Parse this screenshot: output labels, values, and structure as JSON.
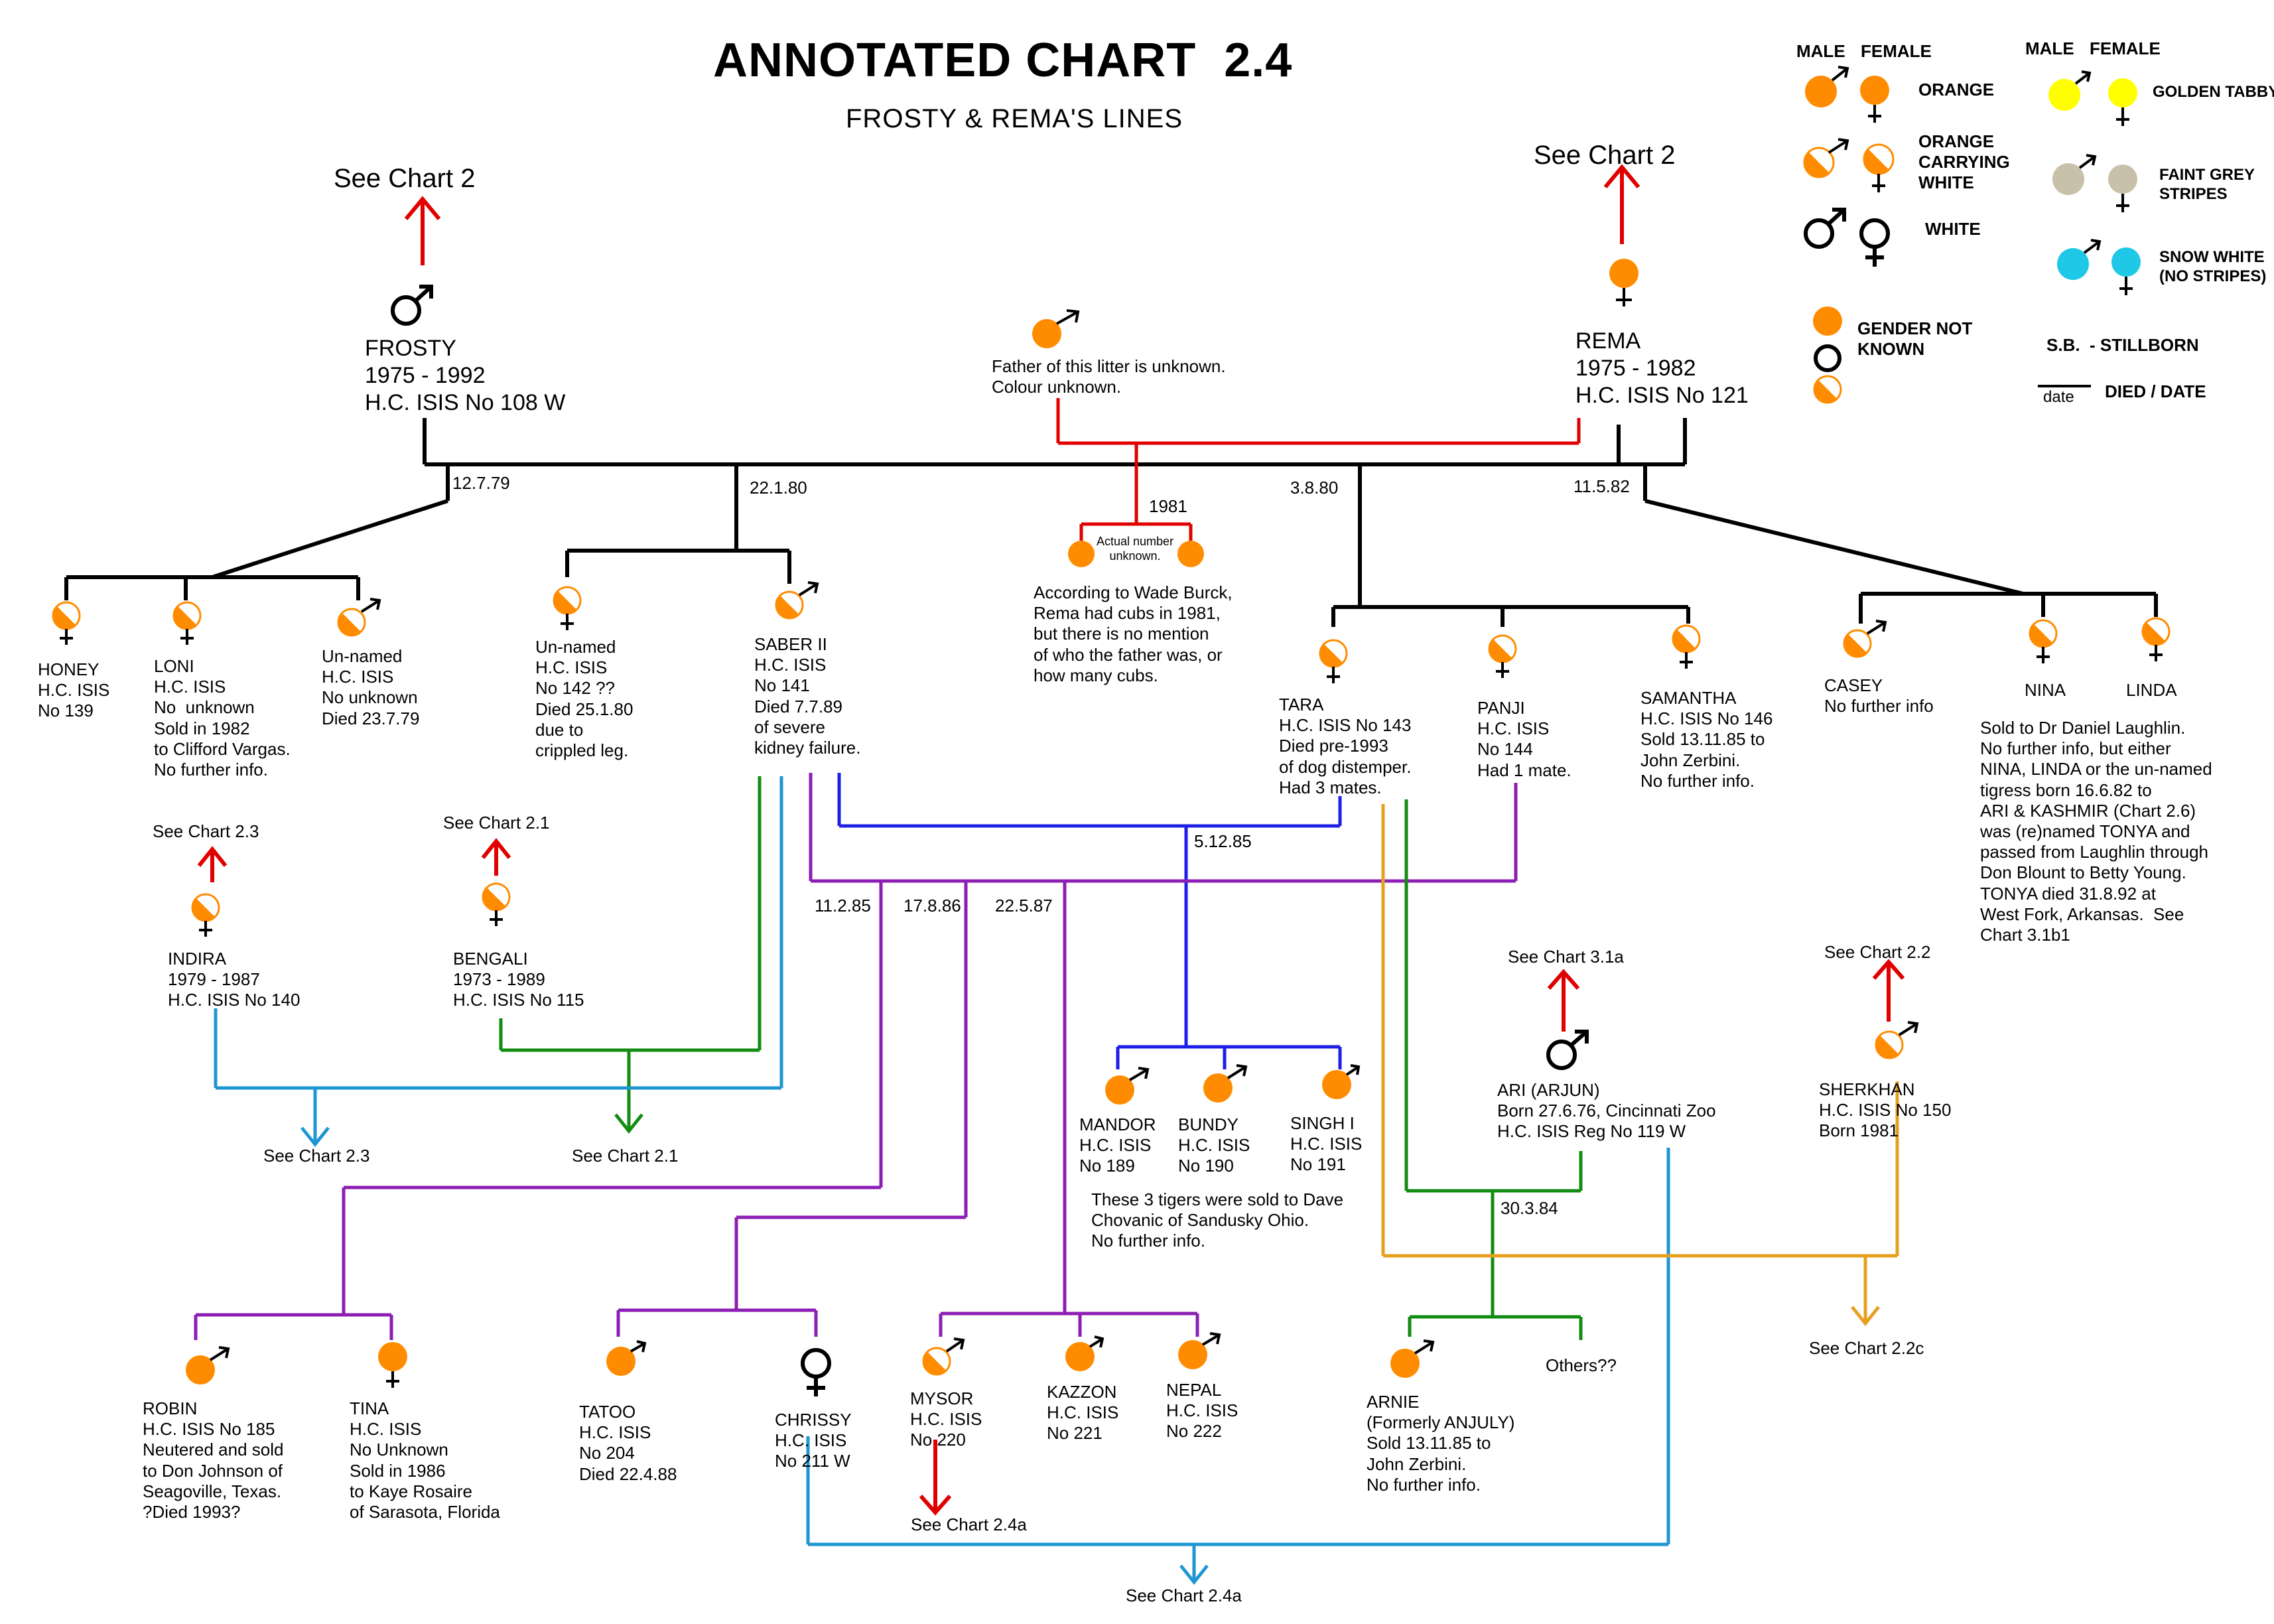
{
  "header": {
    "title": "ANNOTATED CHART  2.4",
    "subtitle": "FROSTY & REMA'S LINES"
  },
  "legend": {
    "male": "MALE",
    "female": "FEMALE",
    "orange": "ORANGE",
    "orange_carrying_white": "ORANGE\nCARRYING\nWHITE",
    "white": "WHITE",
    "golden_tabby": "GOLDEN TABBY",
    "faint_grey_stripes": "FAINT GREY\nSTRIPES",
    "snow_white": "SNOW WHITE\n(NO STRIPES)",
    "gender_not_known": "GENDER NOT\nKNOWN",
    "stillborn": "S.B.  - STILLBORN",
    "date_word": "date",
    "died_date": "DIED / DATE",
    "colors": {
      "orange": "#ff8c00",
      "golden": "#ffff00",
      "grey": "#c8c0a8",
      "snow": "#1ec8e6"
    }
  },
  "nodes": {
    "see_chart2_left": "See Chart 2",
    "see_chart2_right": "See Chart 2",
    "frosty": "FROSTY\n1975 - 1992\nH.C. ISIS No 108 W",
    "rema": "REMA\n1975 - 1982\nH.C. ISIS No 121",
    "unknown_father": "Father of this litter is unknown.\nColour unknown.",
    "date_12779": "12.7.79",
    "date_22180": "22.1.80",
    "date_1981": "1981",
    "date_3880": "3.8.80",
    "date_11582": "11.5.82",
    "actual_number": "Actual number\nunknown.",
    "wade_note": "According to Wade Burck,\nRema had cubs in 1981,\nbut there is no mention\nof who the father was, or\nhow many cubs.",
    "honey": "HONEY\nH.C. ISIS\nNo 139",
    "loni": "LONI\nH.C. ISIS\nNo  unknown\nSold in 1982\nto Clifford Vargas.\nNo further info.",
    "unnamed1": "Un-named\nH.C. ISIS\nNo unknown\nDied 23.7.79",
    "unnamed2": "Un-named\nH.C. ISIS\nNo 142 ??\nDied 25.1.80\ndue to\ncrippled leg.",
    "saber": "SABER II\nH.C. ISIS\nNo 141\nDied 7.7.89\nof severe\nkidney failure.",
    "tara": "TARA\nH.C. ISIS No 143\nDied pre-1993\nof dog distemper.\nHad 3 mates.",
    "panji": "PANJI\nH.C. ISIS\nNo 144\nHad 1 mate.",
    "samantha": "SAMANTHA\nH.C. ISIS No 146\nSold 13.11.85 to\nJohn Zerbini.\nNo further info.",
    "casey": "CASEY\nNo further info",
    "nina": "NINA",
    "linda": "LINDA",
    "nina_note": "Sold to Dr Daniel Laughlin.\nNo further info, but either\nNINA, LINDA or the un-named\ntigress born 16.6.82 to\nARI & KASHMIR (Chart 2.6)\nwas (re)named TONYA and\npassed from Laughlin through\nDon Blount to Betty Young.\nTONYA died 31.8.92 at\nWest Fork, Arkansas.  See\nChart 3.1b1",
    "see_chart_23_top": "See Chart 2.3",
    "see_chart_21_top": "See Chart 2.1",
    "indira": "INDIRA\n1979 - 1987\nH.C. ISIS No 140",
    "bengali": "BENGALI\n1973 - 1989\nH.C. ISIS No 115",
    "see_chart_23_bottom": "See Chart 2.3",
    "see_chart_21_bottom": "See Chart 2.1",
    "date_51285": "5.12.85",
    "date_11285": "11.2.85",
    "date_17886": "17.8.86",
    "date_22587": "22.5.87",
    "mandor": "MANDOR\nH.C. ISIS\nNo 189",
    "bundy": "BUNDY\nH.C. ISIS\nNo 190",
    "singh": "SINGH I\nH.C. ISIS\nNo 191",
    "three_tigers_note": "These 3 tigers were sold to Dave\nChovanic of Sandusky Ohio.\nNo further info.",
    "see_chart_31a": "See Chart 3.1a",
    "ari": "ARI (ARJUN)\nBorn 27.6.76, Cincinnati Zoo\nH.C. ISIS Reg No 119 W",
    "see_chart_22": "See Chart 2.2",
    "sherkhan": "SHERKHAN\nH.C. ISIS No 150\nBorn 1981",
    "date_30384": "30.3.84",
    "see_chart_22c": "See Chart 2.2c",
    "robin": "ROBIN\nH.C. ISIS No 185\nNeutered and sold\nto Don Johnson of\nSeagoville, Texas.\n?Died 1993?",
    "tina": "TINA\nH.C. ISIS\nNo Unknown\nSold in 1986\nto Kaye Rosaire\nof Sarasota, Florida",
    "tatoo": "TATOO\nH.C. ISIS\nNo 204\nDied 22.4.88",
    "chrissy": "CHRISSY\nH.C. ISIS\nNo 211 W",
    "mysor": "MYSOR\nH.C. ISIS\nNo 220",
    "kazzon": "KAZZON\nH.C. ISIS\nNo 221",
    "nepal": "NEPAL\nH.C. ISIS\nNo 222",
    "arnie": "ARNIE\n(Formerly ANJULY)\nSold 13.11.85 to\nJohn Zerbini.\nNo further info.",
    "others": "Others??",
    "see_chart_24a_mid": "See Chart 2.4a",
    "see_chart_24a_bottom": "See Chart 2.4a"
  }
}
